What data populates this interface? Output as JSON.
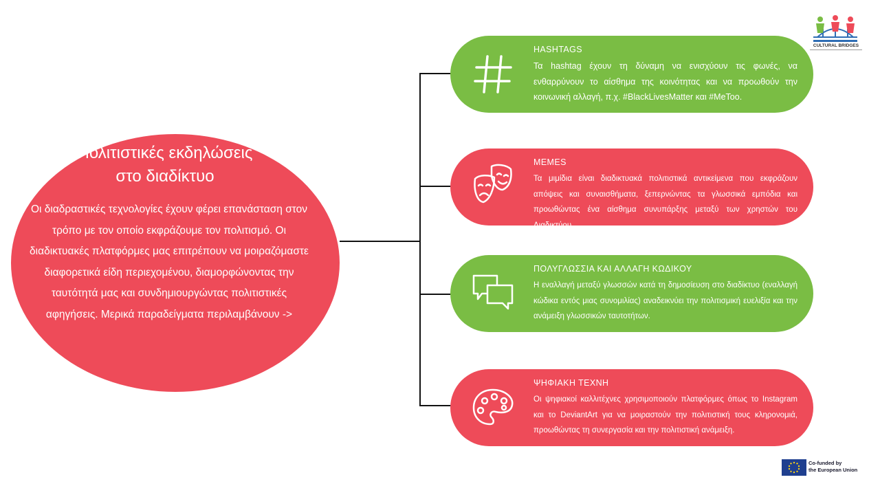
{
  "central": {
    "title_line1": "Πολιτιστικές εκδηλώσεις",
    "title_line2": "στο διαδίκτυο",
    "body": "Οι διαδραστικές τεχνολογίες έχουν φέρει επανάσταση στον τρόπο με τον οποίο εκφράζουμε τον πολιτισμό. Οι διαδικτυακές πλατφόρμες μας επιτρέπουν να μοιραζόμαστε διαφορετικά είδη περιεχομένου, διαμορφώνοντας την ταυτότητά μας και συνδημιουργώντας πολιτιστικές αφηγήσεις. Μερικά παραδείγματα περιλαμβάνουν ->"
  },
  "cards": [
    {
      "heading": "HASHTAGS",
      "text": "Τα hashtag έχουν τη δύναμη να ενισχύουν τις φωνές, να ενθαρρύνουν το αίσθημα της κοινότητας και να προωθούν την κοινωνική αλλαγή, π.χ. #BlackLivesMatter και #MeToo.",
      "icon": "hashtag-icon",
      "color": "#7abd44"
    },
    {
      "heading": "MEMES",
      "text": "Τα μιμίδια είναι διαδικτυακά πολιτιστικά αντικείμενα που εκφράζουν απόψεις και συναισθήματα, ξεπερνώντας τα γλωσσικά εμπόδια και προωθώντας ένα αίσθημα συνυπάρξης μεταξύ των χρηστών του Διαδικτύου.",
      "icon": "theater-masks-icon",
      "color": "#ee4b59"
    },
    {
      "heading": "ΠΟΛΥΓΛΩΣΣΙΑ ΚΑΙ ΑΛΛΑΓΗ ΚΩΔΙΚΟΥ",
      "text": "Η εναλλαγή μεταξύ γλωσσών κατά τη δημοσίευση στο διαδίκτυο (εναλλαγή κώδικα εντός μιας συνομιλίας) αναδεικνύει την πολιτισμική ευελιξία και την ανάμειξη γλωσσικών ταυτοτήτων.",
      "icon": "speech-bubbles-icon",
      "color": "#7abd44"
    },
    {
      "heading": "ΨΗΦΙΑΚΗ ΤΕΧΝΗ",
      "text": "Οι ψηφιακοί καλλιτέχνες χρησιμοποιούν πλατφόρμες όπως το Instagram και το DeviantArt για να μοιραστούν την πολιτιστική τους κληρονομιά, προωθώντας τη συνεργασία και την πολιτιστική ανάμειξη.",
      "icon": "palette-icon",
      "color": "#ee4b59"
    }
  ],
  "logos": {
    "cultural_bridges": "CULTURAL BRIDGES",
    "eu_text": "Co-funded by\nthe European Union"
  }
}
